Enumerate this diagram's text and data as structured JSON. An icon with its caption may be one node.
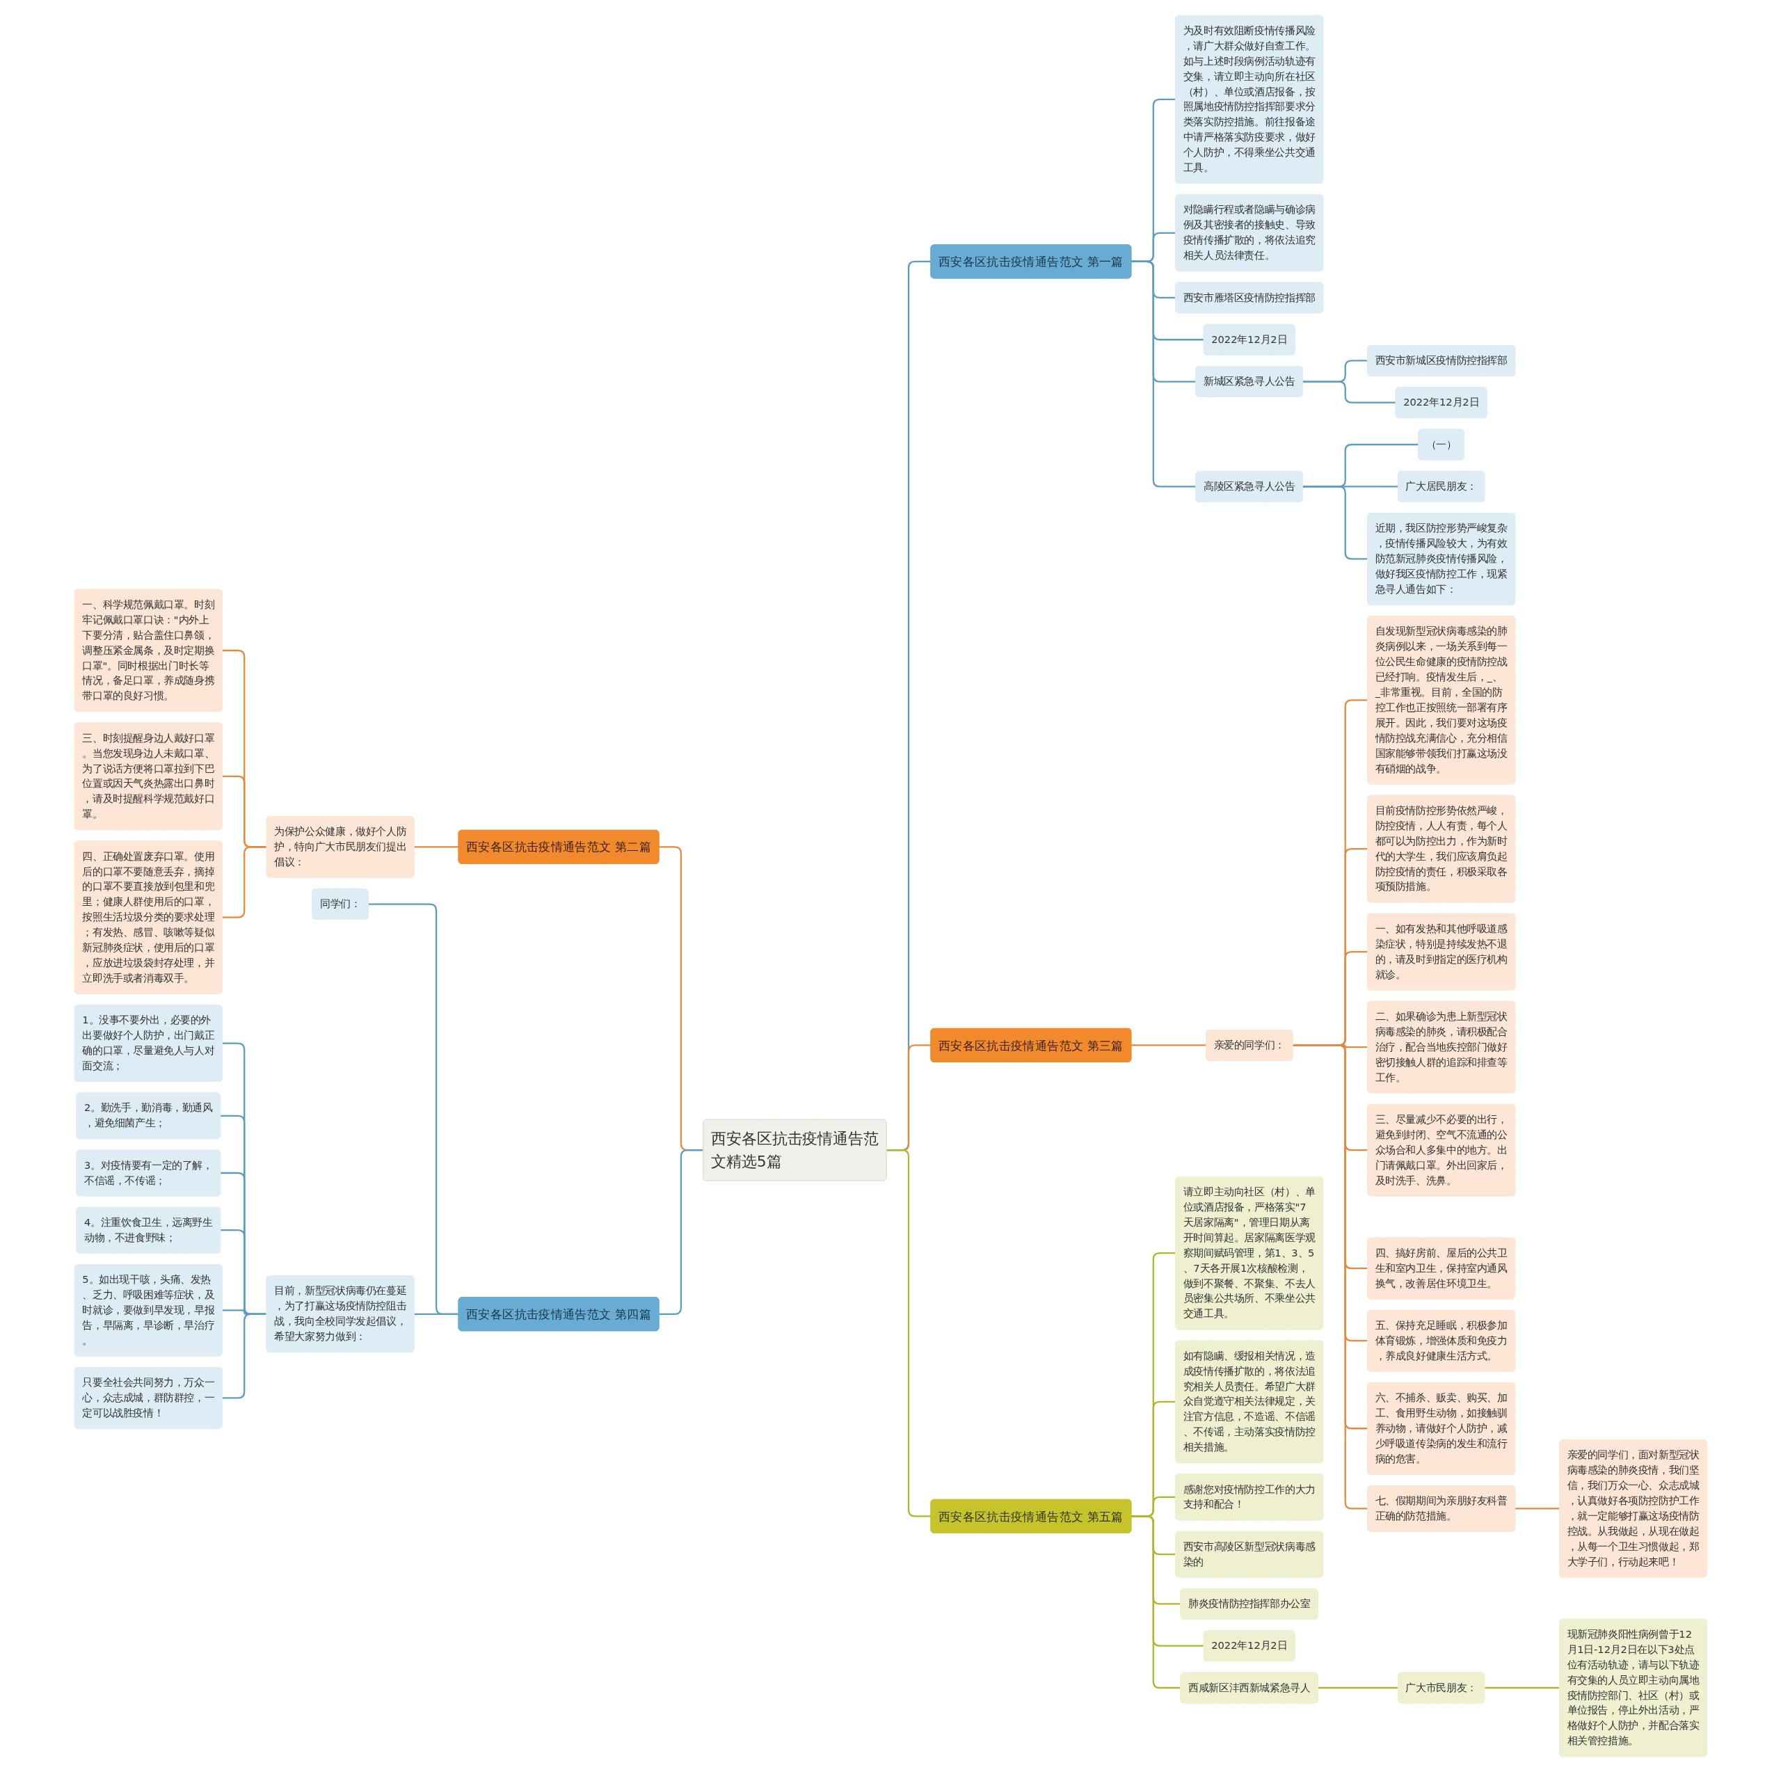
{
  "diagram": {
    "nodes": [
      {
        "text": [
          "西安各区抗击疫情通告范文精选5篇"
        ]
      },
      {
        "text": [
          "西安各区抗击疫情通告范文 第一篇"
        ]
      },
      {
        "text": [
          "为及时有效阻断疫情传播风险，请广大群众做好自查工作。如与上述时段病例活动轨迹有交集，请立即主动向所在社区（村）、单位或酒店报备，按照属地疫情防控指挥部要求分类落实防控措施。前往报备途中请严格落实防疫要求，做好个人防护，不得乘坐公共交通工具。"
        ]
      },
      {
        "text": [
          "对隐瞒行程或者隐瞒与确诊病例及其密接者的接触史、导致疫情传播扩散的，将依法追究相关人员法律责任。"
        ]
      },
      {
        "text": [
          "西安市雁塔区疫情防控指挥部"
        ]
      },
      {
        "text": [
          "2022年12月2日"
        ]
      },
      {
        "text": [
          "新城区紧急寻人公告"
        ]
      },
      {
        "text": [
          "西安市新城区疫情防控指挥部"
        ]
      },
      {
        "text": [
          "2022年12月2日"
        ]
      },
      {
        "text": [
          "高陵区紧急寻人公告"
        ]
      },
      {
        "text": [
          "（一）"
        ]
      },
      {
        "text": [
          "广大居民朋友："
        ]
      },
      {
        "text": [
          "近期，我区防控形势严峻复杂，疫情传播风险较大，为有效防范新冠肺炎疫情传播风险，做好我区疫情防控工作，现紧急寻人通告如下："
        ]
      },
      {
        "text": [
          "西安各区抗击疫情通告范文 第二篇"
        ]
      },
      {
        "text": [
          "为保护公众健康，做好个人防护，特向广大市民朋友们提出倡议："
        ]
      },
      {
        "text": [
          "一、科学规范佩戴口罩。时刻牢记佩戴口罩口诀：\"内外上下要分清，贴合盖住口鼻颌，调整压紧金属条，及时定期换口罩\"。同时根据出门时长等情况，备足口罩，养成随身携带口罩的良好习惯。"
        ]
      },
      {
        "text": [
          "三、时刻提醒身边人戴好口罩。当您发现身边人未戴口罩、为了说话方便将口罩拉到下巴位置或因天气炎热露出口鼻时，请及时提醒科学规范戴好口罩。"
        ]
      },
      {
        "text": [
          "四、正确处置废弃口罩。使用后的口罩不要随意丢弃，摘掉的口罩不要直接放到包里和兜里；健康人群使用后的口罩，按照生活垃圾分类的要求处理；有发热、感冒、咳嗽等疑似新冠肺炎症状，使用后的口罩，应放进垃圾袋封存处理，并立即洗手或者消毒双手。"
        ]
      },
      {
        "text": [
          "西安各区抗击疫情通告范文 第三篇"
        ]
      },
      {
        "text": [
          "亲爱的同学们："
        ]
      },
      {
        "text": [
          "自发现新型冠状病毒感染的肺炎病例以来，一场关系到每一位公民生命健康的疫情防控战已经打响。疫情发生后，_、_非常重视。目前，全国的防控工作也正按照统一部署有序展开。因此，我们要对这场疫情防控战充满信心，充分相信国家能够带领我们打赢这场没有硝烟的战争。"
        ]
      },
      {
        "text": [
          "目前疫情防控形势依然严峻，防控疫情，人人有责，每个人都可以为防控出力，作为新时代的大学生，我们应该肩负起防控疫情的责任，积极采取各项预防措施。"
        ]
      },
      {
        "text": [
          "一、如有发热和其他呼吸道感染症状，特别是持续发热不退的，请及时到指定的医疗机构就诊。"
        ]
      },
      {
        "text": [
          "二、如果确诊为患上新型冠状病毒感染的肺炎，请积极配合治疗，配合当地疾控部门做好密切接触人群的追踪和排查等工作。"
        ]
      },
      {
        "text": [
          "三、尽量减少不必要的出行，避免到封闭、空气不流通的公众场合和人多集中的地方。出门请佩戴口罩。外出回家后，及时洗手、洗鼻。"
        ]
      },
      {
        "text": [
          "四、搞好房前、屋后的公共卫生和室内卫生，保持室内通风换气，改善居住环境卫生。"
        ]
      },
      {
        "text": [
          "五、保持充足睡眠，积极参加体育锻炼，增强体质和免疫力，养成良好健康生活方式。"
        ]
      },
      {
        "text": [
          "六、不捕杀、贩卖、购买、加工、食用野生动物，如接触驯养动物，请做好个人防护，减少呼吸道传染病的发生和流行病的危害。"
        ]
      },
      {
        "text": [
          "七、假期期间为亲朋好友科普正确的防范措施。"
        ]
      },
      {
        "text": [
          "亲爱的同学们，面对新型冠状病毒感染的肺炎疫情，我们坚信，我们万众一心、众志成城，认真做好各项防控防护工作，就一定能够打赢这场疫情防控战。从我做起，从现在做起，从每一个卫生习惯做起，郑大学子们，行动起来吧！"
        ]
      },
      {
        "text": [
          "西安各区抗击疫情通告范文 第四篇"
        ]
      },
      {
        "text": [
          "同学们："
        ]
      },
      {
        "text": [
          "目前，新型冠状病毒仍在蔓延，为了打赢这场疫情防控阻击战，我向全校同学发起倡议，希望大家努力做到："
        ]
      },
      {
        "text": [
          "1。没事不要外出，必要的外出要做好个人防护，出门戴正确的口罩，尽量避免人与人对面交流；"
        ]
      },
      {
        "text": [
          "2。勤洗手，勤消毒，勤通风，避免细菌产生；"
        ]
      },
      {
        "text": [
          "3。对疫情要有一定的了解，不信谣，不传谣；"
        ]
      },
      {
        "text": [
          "4。注重饮食卫生，远离野生动物，不进食野味；"
        ]
      },
      {
        "text": [
          "5。如出现干咳，头痛、发热、乏力、呼吸困难等症状，及时就诊，要做到早发现，早报告，早隔离，早诊断，早治疗。"
        ]
      },
      {
        "text": [
          "只要全社会共同努力，万众一心，众志成城，群防群控，一定可以战胜疫情！"
        ]
      },
      {
        "text": [
          "西安各区抗击疫情通告范文 第五篇"
        ]
      },
      {
        "text": [
          "请立即主动向社区（村）、单位或酒店报备，严格落实\"7天居家隔离\"，管理日期从离开时间算起。居家隔离医学观察期间赋码管理，第1、3、5、7天各开展1次核酸检测，做到不聚餐、不聚集、不去人员密集公共场所、不乘坐公共交通工具。"
        ]
      },
      {
        "text": [
          "如有隐瞒、缓报相关情况，造成疫情传播扩散的，将依法追究相关人员责任。希望广大群众自觉遵守相关法律规定，关注官方信息，不造谣、不信谣、不传谣，主动落实疫情防控相关措施。"
        ]
      },
      {
        "text": [
          "感谢您对疫情防控工作的大力支持和配合！"
        ]
      },
      {
        "text": [
          "西安市高陵区新型冠状病毒感染的"
        ]
      },
      {
        "text": [
          "肺炎疫情防控指挥部办公室"
        ]
      },
      {
        "text": [
          "2022年12月2日"
        ]
      },
      {
        "text": [
          "西咸新区沣西新城紧急寻人"
        ]
      },
      {
        "text": [
          "广大市民朋友："
        ]
      },
      {
        "text": [
          "现新冠肺炎阳性病例曾于12月1日-12月2日在以下3处点位有活动轨迹，请与以下轨迹有交集的人员立即主动向属地疫情防控部门、社区（村）或单位报告，停止外出活动，严格做好个人防护，并配合落实相关管控措施。"
        ]
      }
    ],
    "edges": [
      {
        "from": 0,
        "to": 1,
        "arrow": "none"
      },
      {
        "from": 1,
        "to": 2,
        "arrow": "none"
      },
      {
        "from": 1,
        "to": 3,
        "arrow": "none"
      },
      {
        "from": 1,
        "to": 4,
        "arrow": "none"
      },
      {
        "from": 1,
        "to": 5,
        "arrow": "none"
      },
      {
        "from": 1,
        "to": 6,
        "arrow": "none"
      },
      {
        "from": 6,
        "to": 7,
        "arrow": "none"
      },
      {
        "from": 6,
        "to": 8,
        "arrow": "none"
      },
      {
        "from": 1,
        "to": 9,
        "arrow": "none"
      },
      {
        "from": 9,
        "to": 10,
        "arrow": "none"
      },
      {
        "from": 9,
        "to": 11,
        "arrow": "none"
      },
      {
        "from": 9,
        "to": 12,
        "arrow": "none"
      },
      {
        "from": 13,
        "to": 0,
        "arrow": "none",
        "color": "#e5893c"
      },
      {
        "from": 14,
        "to": 13,
        "arrow": "none",
        "color": "#e5893c"
      },
      {
        "from": 15,
        "to": 14,
        "arrow": "none",
        "color": "#e5893c"
      },
      {
        "from": 16,
        "to": 14,
        "arrow": "none",
        "color": "#e5893c"
      },
      {
        "from": 17,
        "to": 14,
        "arrow": "none",
        "color": "#e5893c"
      },
      {
        "from": 0,
        "to": 18,
        "arrow": "none",
        "color": "#e5893c"
      },
      {
        "from": 18,
        "to": 19,
        "arrow": "none",
        "color": "#e5893c"
      },
      {
        "from": 19,
        "to": 20,
        "arrow": "none",
        "color": "#e5893c"
      },
      {
        "from": 19,
        "to": 21,
        "arrow": "none",
        "color": "#e5893c"
      },
      {
        "from": 19,
        "to": 22,
        "arrow": "none",
        "color": "#e5893c"
      },
      {
        "from": 19,
        "to": 23,
        "arrow": "none",
        "color": "#e5893c"
      },
      {
        "from": 19,
        "to": 24,
        "arrow": "none",
        "color": "#e5893c"
      },
      {
        "from": 19,
        "to": 25,
        "arrow": "none",
        "color": "#e5893c"
      },
      {
        "from": 19,
        "to": 26,
        "arrow": "none",
        "color": "#e5893c"
      },
      {
        "from": 19,
        "to": 27,
        "arrow": "none",
        "color": "#e5893c"
      },
      {
        "from": 19,
        "to": 28,
        "arrow": "none",
        "color": "#e5893c"
      },
      {
        "from": 28,
        "to": 29,
        "arrow": "none",
        "color": "#e5893c"
      },
      {
        "from": 30,
        "to": 0,
        "arrow": "none"
      },
      {
        "from": 31,
        "to": 30,
        "arrow": "none"
      },
      {
        "from": 32,
        "to": 30,
        "arrow": "none"
      },
      {
        "from": 33,
        "to": 32,
        "arrow": "none"
      },
      {
        "from": 34,
        "to": 32,
        "arrow": "none"
      },
      {
        "from": 35,
        "to": 32,
        "arrow": "none"
      },
      {
        "from": 36,
        "to": 32,
        "arrow": "none"
      },
      {
        "from": 37,
        "to": 32,
        "arrow": "none"
      },
      {
        "from": 38,
        "to": 32,
        "arrow": "none"
      },
      {
        "from": 0,
        "to": 39,
        "arrow": "none",
        "color": "#b3b52a"
      },
      {
        "from": 39,
        "to": 40,
        "arrow": "none",
        "color": "#b3b52a"
      },
      {
        "from": 39,
        "to": 41,
        "arrow": "none",
        "color": "#b3b52a"
      },
      {
        "from": 39,
        "to": 42,
        "arrow": "none",
        "color": "#b3b52a"
      },
      {
        "from": 39,
        "to": 43,
        "arrow": "none",
        "color": "#b3b52a"
      },
      {
        "from": 39,
        "to": 44,
        "arrow": "none",
        "color": "#b3b52a"
      },
      {
        "from": 39,
        "to": 45,
        "arrow": "none",
        "color": "#b3b52a"
      },
      {
        "from": 39,
        "to": 46,
        "arrow": "none",
        "color": "#b3b52a"
      },
      {
        "from": 46,
        "to": 47,
        "arrow": "none",
        "color": "#b3b52a"
      },
      {
        "from": 47,
        "to": 48,
        "arrow": "none",
        "color": "#b3b52a"
      }
    ]
  }
}
